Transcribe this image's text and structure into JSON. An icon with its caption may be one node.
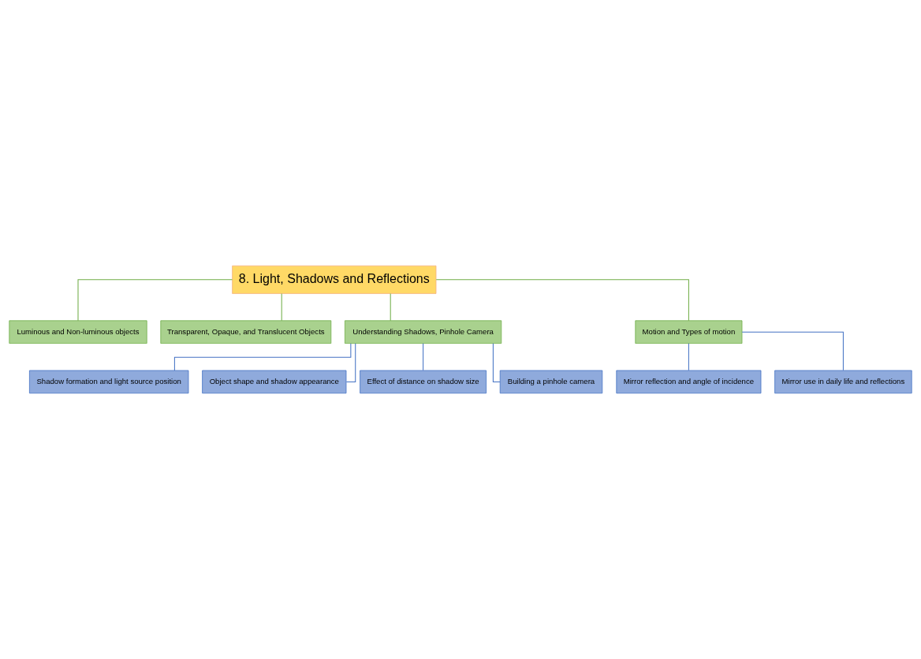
{
  "diagram": {
    "nodes": [
      {
        "text": [
          "8. Light, Shadows and Reflections"
        ]
      },
      {
        "text": [
          "Luminous and Non-luminous objects"
        ]
      },
      {
        "text": [
          "Transparent, Opaque, and Translucent Objects"
        ]
      },
      {
        "text": [
          "Understanding Shadows, Pinhole Camera"
        ]
      },
      {
        "text": [
          "Motion and Types of motion"
        ]
      },
      {
        "text": [
          "Shadow formation and light source position"
        ]
      },
      {
        "text": [
          "Object shape and shadow appearance"
        ]
      },
      {
        "text": [
          "Effect of distance on shadow size"
        ]
      },
      {
        "text": [
          "Building a pinhole camera"
        ]
      },
      {
        "text": [
          "Mirror reflection and angle of incidence"
        ]
      },
      {
        "text": [
          "Mirror use in daily life and reflections"
        ]
      }
    ],
    "edges": [
      {
        "from": 0,
        "to": 1,
        "arrow": "none",
        "color": "#70ad47"
      },
      {
        "from": 0,
        "to": 2,
        "arrow": "none",
        "color": "#70ad47"
      },
      {
        "from": 0,
        "to": 3,
        "arrow": "none",
        "color": "#70ad47"
      },
      {
        "from": 0,
        "to": 4,
        "arrow": "none",
        "color": "#70ad47"
      },
      {
        "from": 3,
        "to": 5,
        "arrow": "none"
      },
      {
        "from": 3,
        "to": 6,
        "arrow": "none"
      },
      {
        "from": 3,
        "to": 7,
        "arrow": "none"
      },
      {
        "from": 3,
        "to": 8,
        "arrow": "none"
      },
      {
        "from": 4,
        "to": 9,
        "arrow": "none"
      },
      {
        "from": 4,
        "to": 10,
        "arrow": "none"
      }
    ]
  }
}
